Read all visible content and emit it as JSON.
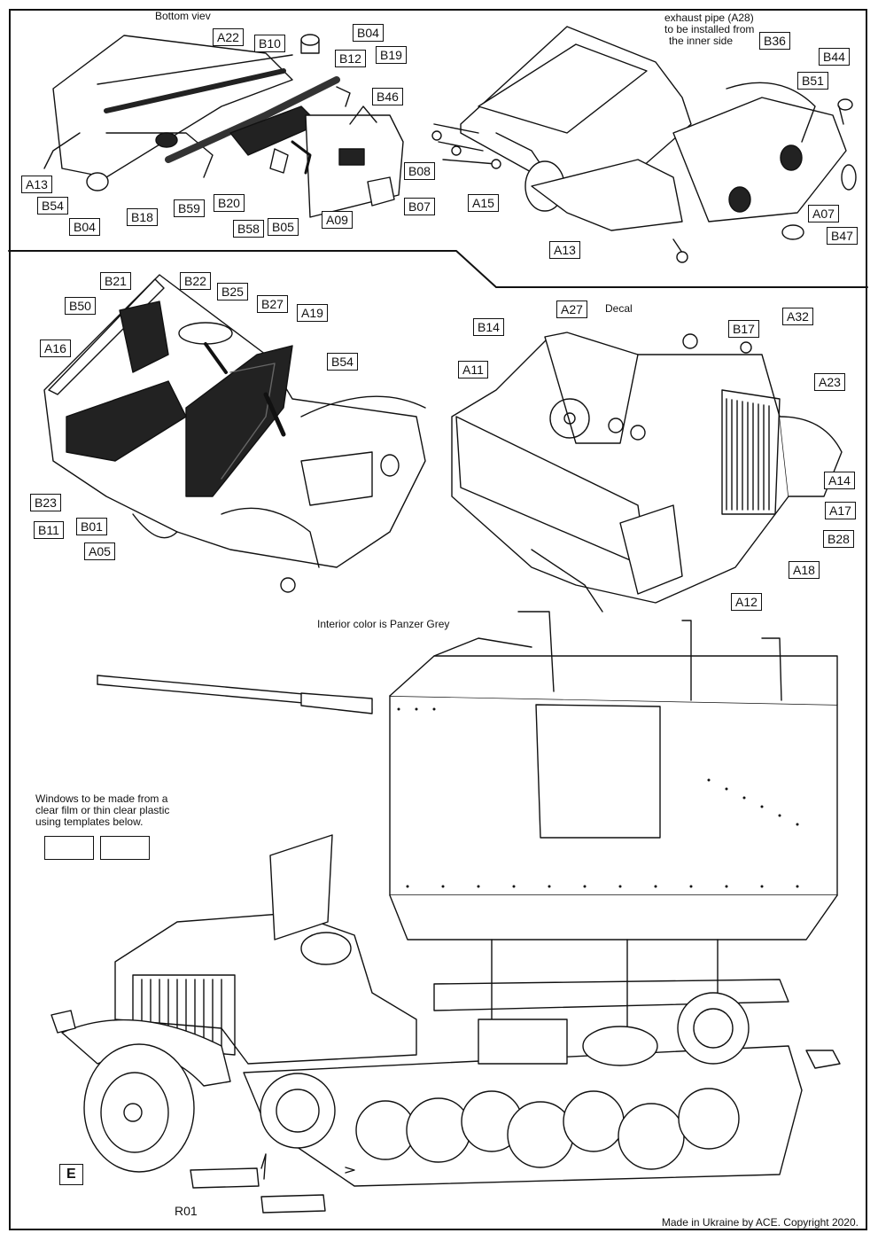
{
  "notes": {
    "bottom_view": "Bottom viev",
    "exhaust_1": "exhaust pipe (A28)",
    "exhaust_2": "to be installed from",
    "exhaust_3": "the inner side",
    "decal": "Decal",
    "interior": "Interior color is Panzer Grey",
    "windows_1": "Windows to be made from a",
    "windows_2": "clear film or thin clear plastic",
    "windows_3": "using templates below.",
    "copyright": "Made in Ukraine by ACE. Copyright 2020."
  },
  "step1_labels": [
    "A22",
    "B10",
    "B04",
    "B12",
    "B19",
    "B46",
    "B08",
    "B07",
    "A09",
    "B05",
    "B58",
    "B20",
    "B59",
    "B18",
    "B04",
    "B54",
    "A13"
  ],
  "step2_labels": [
    "B36",
    "B44",
    "B51",
    "A15",
    "A13",
    "A07",
    "B47"
  ],
  "step3_labels": [
    "B21",
    "B22",
    "B25",
    "B27",
    "A19",
    "B50",
    "A16",
    "B54",
    "B23",
    "B11",
    "B01",
    "A05"
  ],
  "step4_labels": [
    "A27",
    "B14",
    "B17",
    "A32",
    "A11",
    "A23",
    "A14",
    "A17",
    "B28",
    "A18",
    "A12"
  ],
  "step5_labels": [
    "E",
    "R01"
  ]
}
